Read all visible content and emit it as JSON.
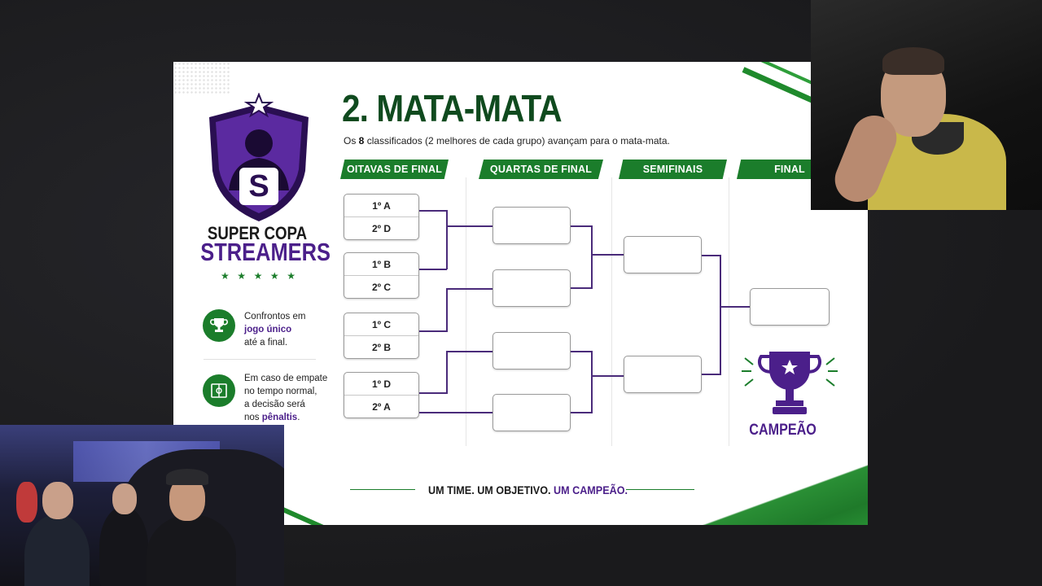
{
  "slide": {
    "title": "2. MATA-MATA",
    "subtitle_pre": "Os ",
    "subtitle_bold": "8",
    "subtitle_post": " classificados (2 melhores de cada grupo) avançam para o mata-mata."
  },
  "brand": {
    "logo_letter": "S",
    "line1": "SUPER COPA",
    "line2": "STREAMERS",
    "stars": [
      "★",
      "★",
      "★",
      "★",
      "★"
    ]
  },
  "rules": [
    {
      "icon": "trophy-icon",
      "pre": "Confrontos em",
      "highlight": "jogo único",
      "post": "até a final."
    },
    {
      "icon": "field-icon",
      "line1": "Em caso de empate",
      "line2": "no tempo normal,",
      "line3": "a decisão será",
      "pre": "nos ",
      "highlight": "pênaltis",
      "post": "."
    }
  ],
  "stages": [
    "OITAVAS DE FINAL",
    "QUARTAS DE FINAL",
    "SEMIFINAIS",
    "FINAL"
  ],
  "matches": [
    {
      "home": "1º A",
      "away": "2º D"
    },
    {
      "home": "1º B",
      "away": "2º C"
    },
    {
      "home": "1º C",
      "away": "2º B"
    },
    {
      "home": "1º D",
      "away": "2º A"
    }
  ],
  "champion_label": "CAMPEÃO",
  "tagline": {
    "part1": "UM TIME. UM OBJETIVO. ",
    "part2": "UM CAMPEÃO."
  },
  "colors": {
    "green": "#1b7d2b",
    "purple": "#4b1f8a",
    "dark_green_title": "#0f4a1e"
  }
}
